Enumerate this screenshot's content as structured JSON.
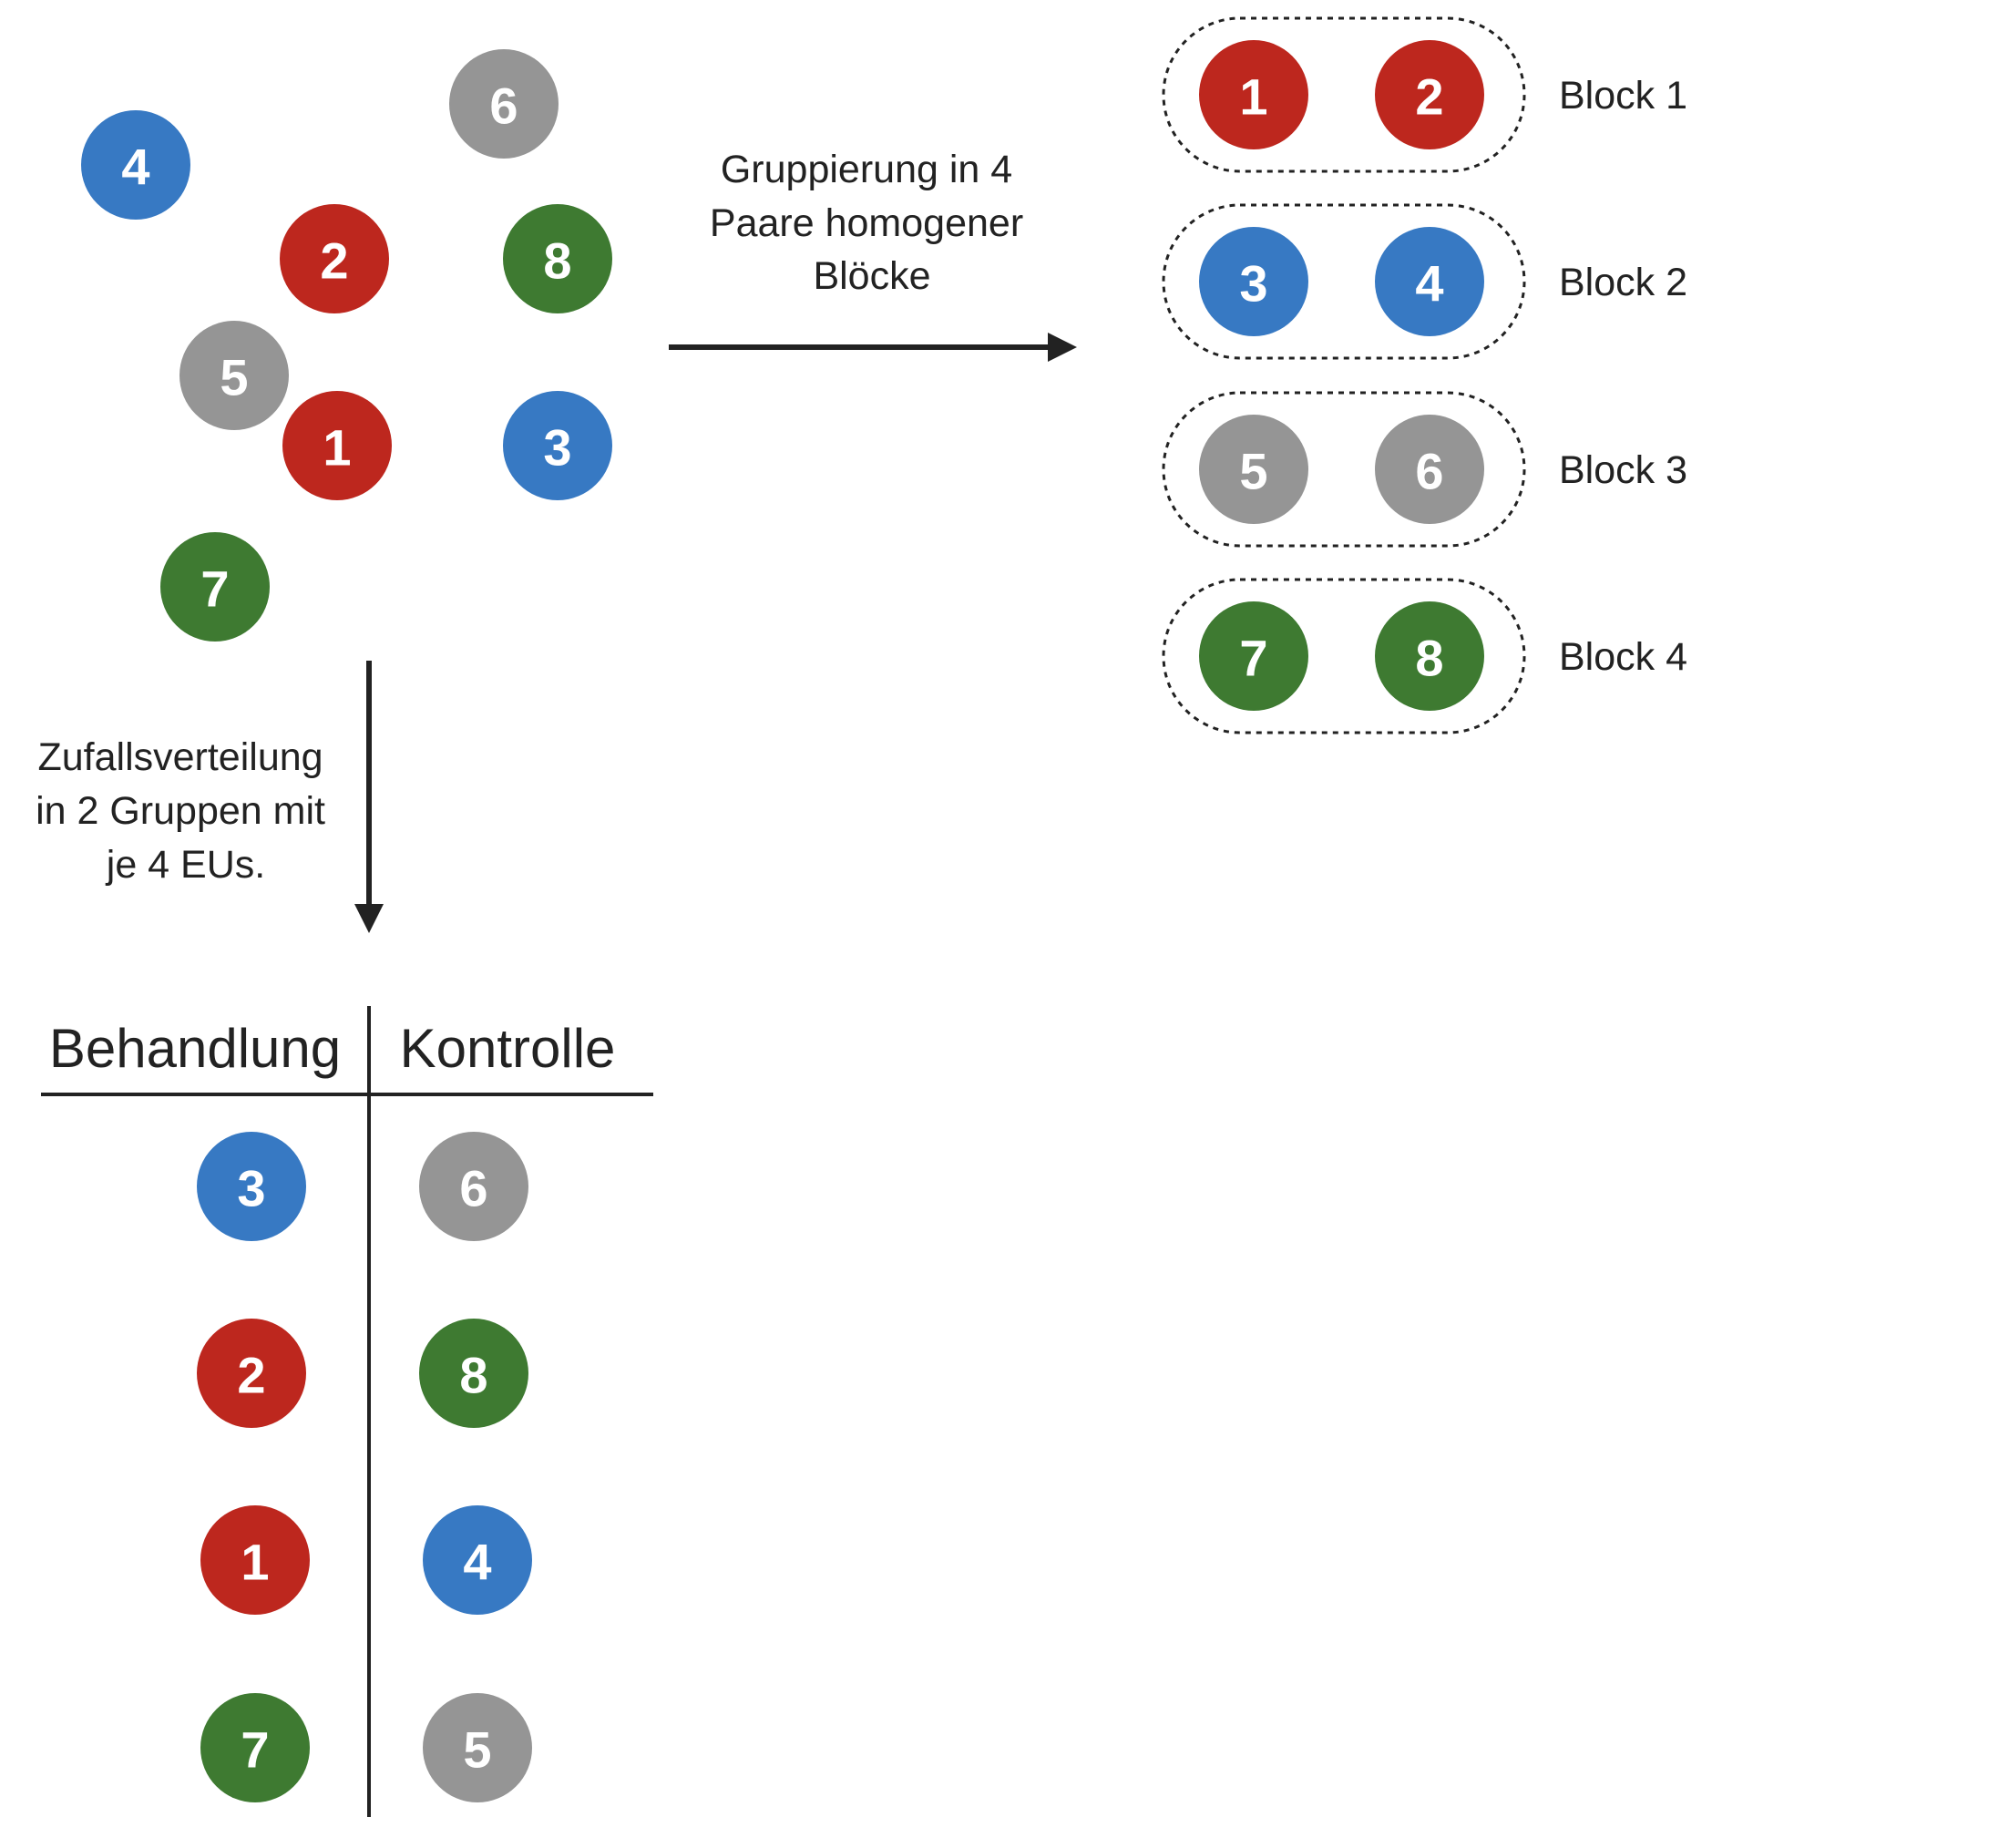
{
  "colors": {
    "red": "#bd271e",
    "blue": "#3779c3",
    "gray": "#959595",
    "green": "#3e7a31",
    "ink": "#222222"
  },
  "units": [
    {
      "id": "4",
      "color": "blue"
    },
    {
      "id": "6",
      "color": "gray"
    },
    {
      "id": "2",
      "color": "red"
    },
    {
      "id": "8",
      "color": "green"
    },
    {
      "id": "5",
      "color": "gray"
    },
    {
      "id": "1",
      "color": "red"
    },
    {
      "id": "3",
      "color": "blue"
    },
    {
      "id": "7",
      "color": "green"
    }
  ],
  "grouping_caption": [
    "Gruppierung in 4",
    "Paare homogener",
    "Blöcke"
  ],
  "blocks": [
    {
      "label": "Block 1",
      "units": [
        {
          "id": "1",
          "color": "red"
        },
        {
          "id": "2",
          "color": "red"
        }
      ]
    },
    {
      "label": "Block 2",
      "units": [
        {
          "id": "3",
          "color": "blue"
        },
        {
          "id": "4",
          "color": "blue"
        }
      ]
    },
    {
      "label": "Block 3",
      "units": [
        {
          "id": "5",
          "color": "gray"
        },
        {
          "id": "6",
          "color": "gray"
        }
      ]
    },
    {
      "label": "Block 4",
      "units": [
        {
          "id": "7",
          "color": "green"
        },
        {
          "id": "8",
          "color": "green"
        }
      ]
    }
  ],
  "randomization_caption": [
    "Zufallsverteilung",
    "in 2 Gruppen mit",
    "je 4 EUs."
  ],
  "table": {
    "headers": [
      "Behandlung",
      "Kontrolle"
    ],
    "rows": [
      [
        {
          "id": "3",
          "color": "blue"
        },
        {
          "id": "6",
          "color": "gray"
        }
      ],
      [
        {
          "id": "2",
          "color": "red"
        },
        {
          "id": "8",
          "color": "green"
        }
      ],
      [
        {
          "id": "1",
          "color": "red"
        },
        {
          "id": "4",
          "color": "blue"
        }
      ],
      [
        {
          "id": "7",
          "color": "green"
        },
        {
          "id": "5",
          "color": "gray"
        }
      ]
    ]
  }
}
